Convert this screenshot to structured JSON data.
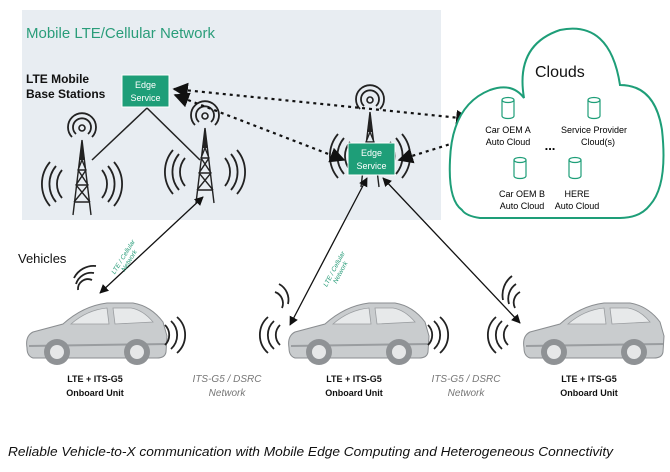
{
  "diagram": {
    "network_title": "Mobile LTE/Cellular Network",
    "base_stations_label": [
      "LTE Mobile",
      "Base Stations"
    ],
    "edge_service": [
      "Edge",
      "Service"
    ],
    "clouds_title": "Clouds",
    "clouds": [
      {
        "label": [
          "Car OEM A",
          "Auto Cloud"
        ]
      },
      {
        "label": [
          "Service Provider",
          "Cloud(s)"
        ]
      },
      {
        "label": [
          "Car OEM B",
          "Auto Cloud"
        ]
      },
      {
        "label": [
          "HERE",
          "Auto Cloud"
        ]
      }
    ],
    "ellipsis": "...",
    "vehicles_label": "Vehicles",
    "lte_link_label": [
      "LTE / Cellular",
      "Network"
    ],
    "onboard_unit_label": [
      "LTE + ITS-G5",
      "Onboard Unit"
    ],
    "v2v_label": [
      "ITS-G5 / DSRC",
      "Network"
    ],
    "caption": "Reliable Vehicle-to-X communication with Mobile Edge Computing and Heterogeneous Connectivity",
    "colors": {
      "accent": "#1e9e78",
      "panel": "#e8edf2",
      "title": "#2a9d7a"
    }
  }
}
